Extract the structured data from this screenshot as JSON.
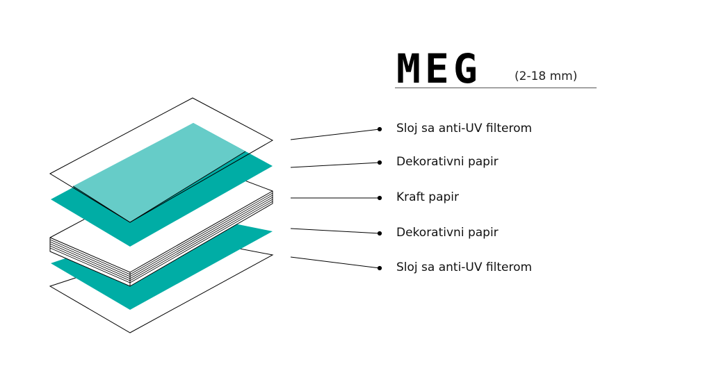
{
  "brand": {
    "logo": "MEG",
    "thickness": "(2-18 mm)"
  },
  "layers": [
    {
      "label": "Sloj sa anti-UV filterom"
    },
    {
      "label": "Dekorativni papir"
    },
    {
      "label": "Kraft papir"
    },
    {
      "label": "Dekorativni papir"
    },
    {
      "label": "Sloj sa anti-UV filterom"
    }
  ],
  "colors": {
    "decorative": "#00ADA5",
    "decorative_tint": "#66CCC8",
    "outline": "#000000",
    "film": "#ffffff"
  }
}
